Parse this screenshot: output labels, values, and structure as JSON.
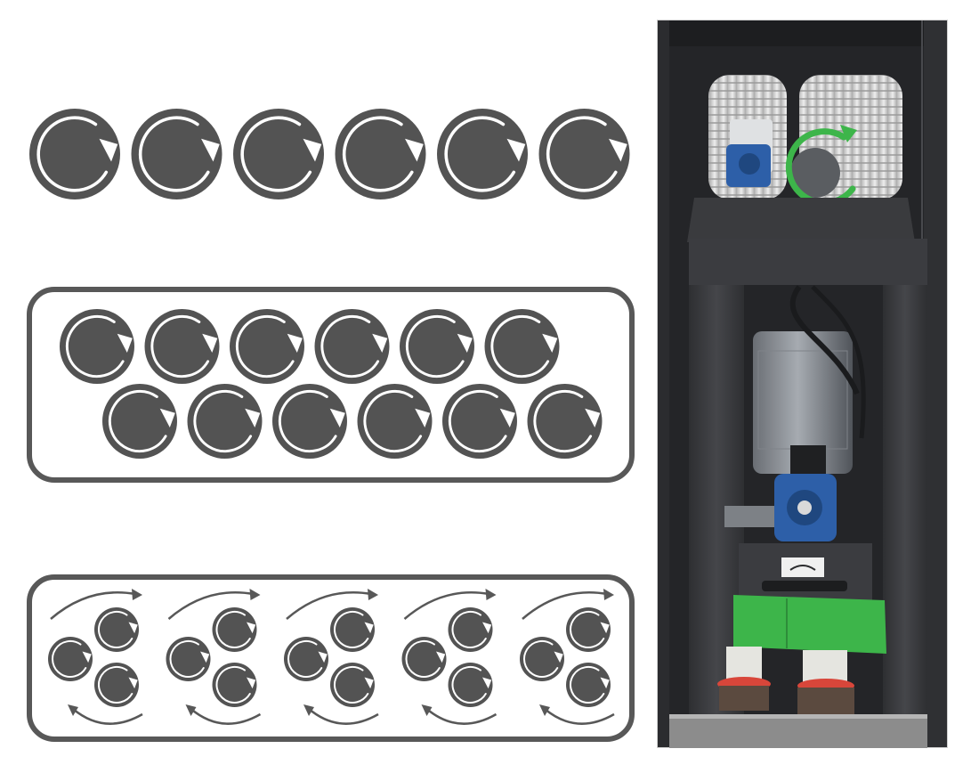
{
  "colors": {
    "disc_fill": "#535353",
    "disc_arrow": "#ffffff",
    "panel_border": "#585858",
    "flow_arrow": "#585858",
    "machine_dark": "#2c2d2f",
    "machine_frame": "#3a3b3e",
    "machine_light": "#e2e2e2",
    "motor_blue": "#2d5fa8",
    "accent_green": "#3db54a",
    "brush_red": "#d8463a"
  },
  "icons": {
    "disc": "clockwise-rotation-disc-icon",
    "flow": "curved-flow-arrow-icon",
    "highlight": "green-rotation-arrow-icon"
  },
  "rows": {
    "single_row": {
      "disc_count": 6
    },
    "double_row": {
      "top_count": 6,
      "bottom_count": 6
    },
    "satellite_row": {
      "group_count": 5,
      "discs_per_group": 3
    }
  },
  "photo": {
    "label_plate_icon": "rotation-arrow-plate-icon"
  }
}
